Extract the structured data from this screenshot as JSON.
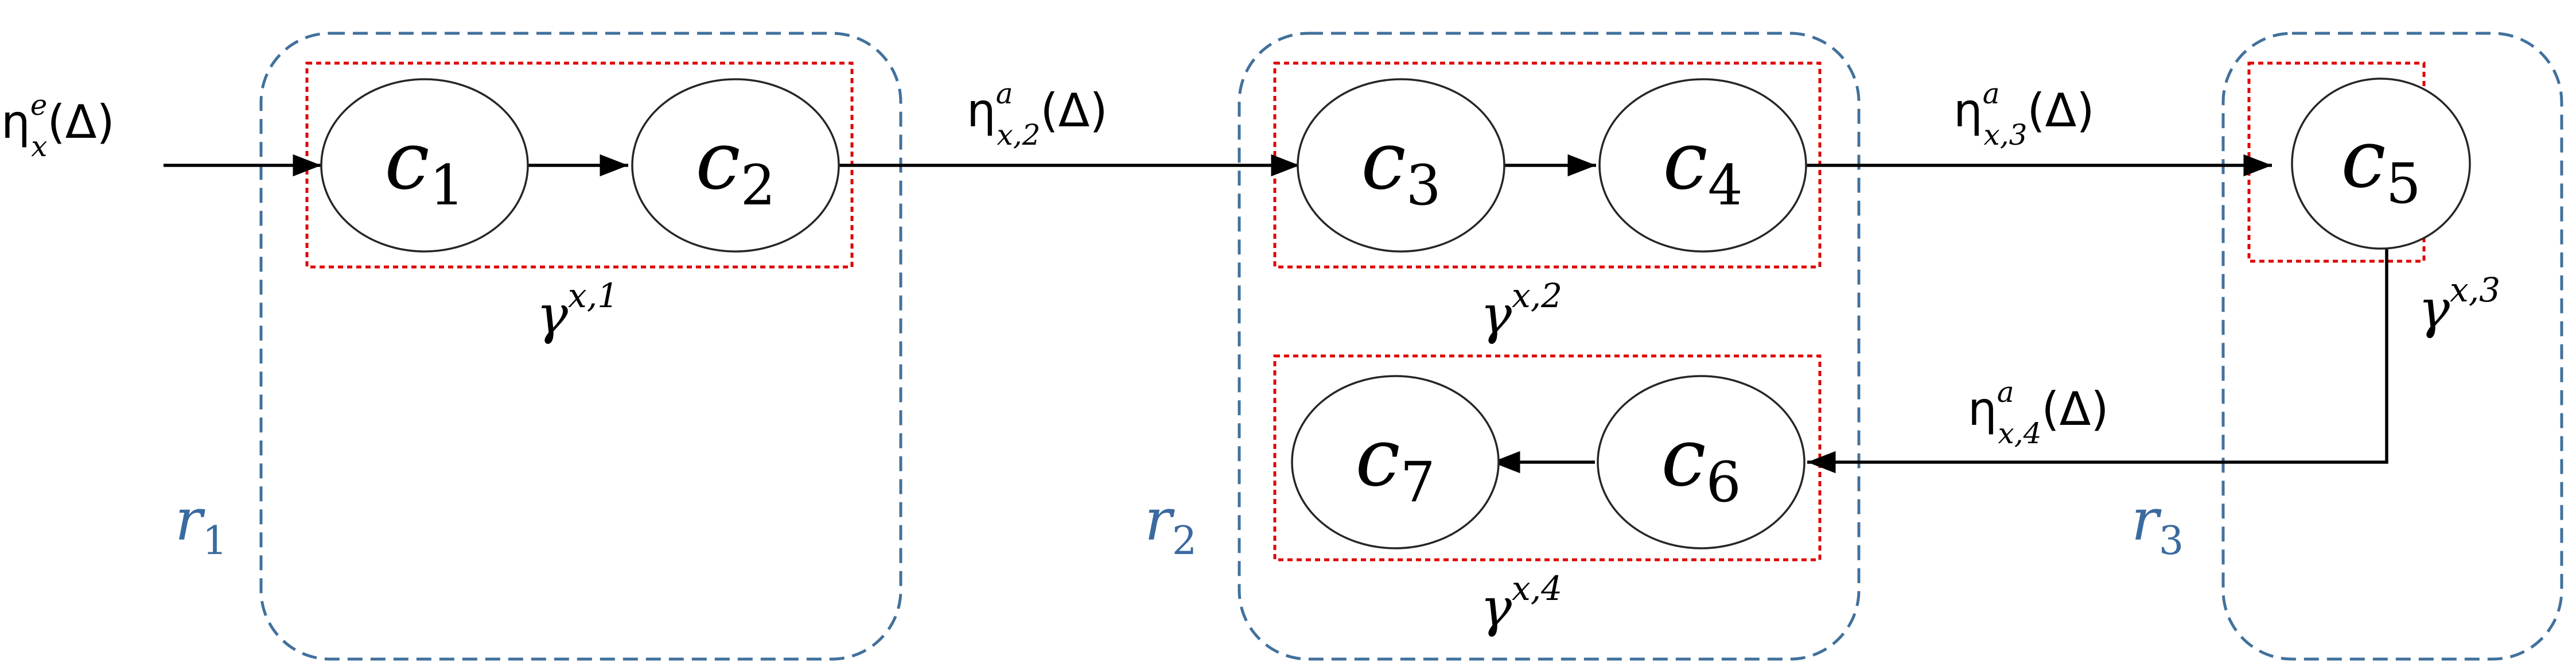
{
  "diagram": {
    "nodes": [
      {
        "id": "c1",
        "base": "c",
        "sub": "1"
      },
      {
        "id": "c2",
        "base": "c",
        "sub": "2"
      },
      {
        "id": "c3",
        "base": "c",
        "sub": "3"
      },
      {
        "id": "c4",
        "base": "c",
        "sub": "4"
      },
      {
        "id": "c5",
        "base": "c",
        "sub": "5"
      },
      {
        "id": "c6",
        "base": "c",
        "sub": "6"
      },
      {
        "id": "c7",
        "base": "c",
        "sub": "7"
      }
    ],
    "groups": [
      {
        "id": "gamma1",
        "base": "γ",
        "sup": "x,1"
      },
      {
        "id": "gamma2",
        "base": "γ",
        "sup": "x,2"
      },
      {
        "id": "gamma3",
        "base": "γ",
        "sup": "x,3"
      },
      {
        "id": "gamma4",
        "base": "γ",
        "sup": "x,4"
      }
    ],
    "regions": [
      {
        "id": "r1",
        "base": "r",
        "sub": "1"
      },
      {
        "id": "r2",
        "base": "r",
        "sub": "2"
      },
      {
        "id": "r3",
        "base": "r",
        "sub": "3"
      }
    ],
    "arrivals": [
      {
        "id": "eta_e",
        "base": "η",
        "sup": "e",
        "sub": "x",
        "arg": "(Δ)"
      },
      {
        "id": "eta_a2",
        "base": "η",
        "sup": "a",
        "sub": "x,2",
        "arg": "(Δ)"
      },
      {
        "id": "eta_a3",
        "base": "η",
        "sup": "a",
        "sub": "x,3",
        "arg": "(Δ)"
      },
      {
        "id": "eta_a4",
        "base": "η",
        "sup": "a",
        "sub": "x,4",
        "arg": "(Δ)"
      }
    ],
    "colors": {
      "region_border": "#41719c",
      "group_border": "#e00000",
      "node_border": "#262626",
      "edge": "#000000"
    }
  }
}
